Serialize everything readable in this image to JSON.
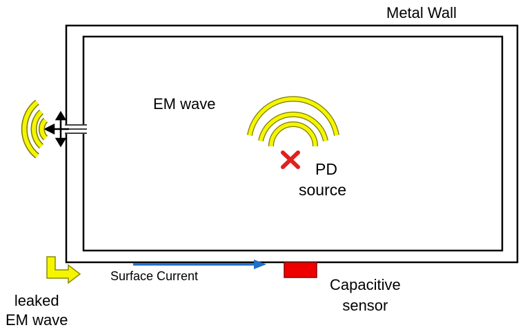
{
  "labels": {
    "metal_wall": "Metal Wall",
    "em_wave": "EM wave",
    "pd_line1": "PD",
    "pd_line2": "source",
    "surface_current": "Surface Current",
    "capacitive_line1": "Capacitive",
    "capacitive_line2": "sensor",
    "leaked_line1": "leaked",
    "leaked_line2": "EM wave"
  },
  "colors": {
    "wall": "#000000",
    "wave": "#f5f500",
    "wave_outline": "#8a8a00",
    "pd_mark": "#e02020",
    "current_arrow": "#1f6fc9",
    "sensor": "#ee0000",
    "leak_arrow": "#f5f500"
  },
  "icons": {
    "pd_mark": "cross-mark",
    "wave": "radiating-arcs",
    "leak": "bent-arrow"
  }
}
